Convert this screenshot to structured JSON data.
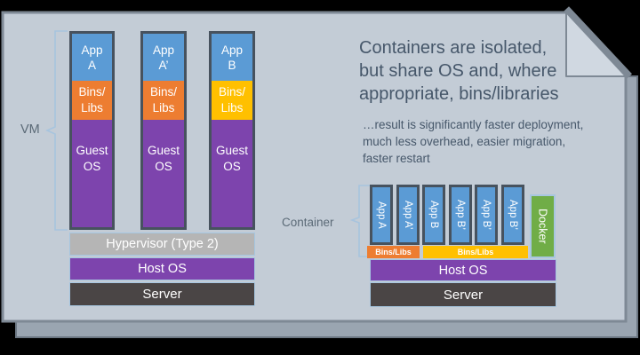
{
  "slide": {
    "headline": "Containers are isolated,\nbut share OS and, where\nappropriate, bins/libraries",
    "subtext": "…result is significantly faster deployment,\nmuch less overhead, easier migration,\nfaster restart"
  },
  "vm": {
    "label": "VM",
    "columns": [
      {
        "app": "App\nA",
        "bins": "Bins/\nLibs",
        "os": "Guest\nOS"
      },
      {
        "app": "App\nA’",
        "bins": "Bins/\nLibs",
        "os": "Guest\nOS"
      },
      {
        "app": "App\nB",
        "bins": "Bins/\nLibs",
        "os": "Guest\nOS"
      }
    ],
    "hypervisor": "Hypervisor (Type 2)",
    "host_os": "Host OS",
    "server": "Server"
  },
  "container": {
    "label": "Container",
    "apps": [
      "App A",
      "App A’",
      "App B",
      "App B’",
      "App B’",
      "App B’"
    ],
    "bins_left": "Bins/Libs",
    "bins_right": "Bins/Libs",
    "docker": "Docker",
    "host_os": "Host OS",
    "server": "Server"
  },
  "colors": {
    "slide_fill": "#c3ccd6",
    "slide_edge": "#7e8995",
    "back_slide": "#9aa5b1",
    "app_blue": "#5b9bd5",
    "bins_orange": "#ed7d31",
    "bins_yellow": "#ffc000",
    "os_purple": "#7d44ad",
    "hypervisor_gray": "#b5b5b5",
    "server_dark": "#4a4545",
    "docker_green": "#70ad47",
    "text_dark": "#46576a"
  }
}
